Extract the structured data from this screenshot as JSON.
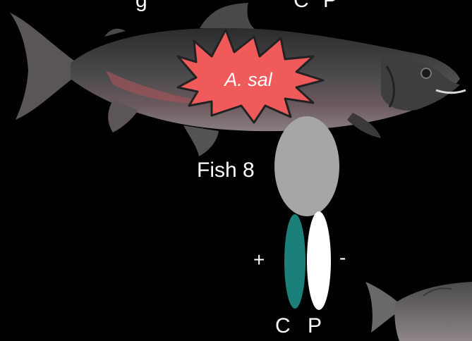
{
  "top_partial_text": {
    "left": "g",
    "c": "C",
    "p": "P"
  },
  "pathogen_label": "A. sal",
  "fish_label": "Fish 8",
  "sign_positive": "+",
  "sign_negative": "-",
  "tube_c_label": "C",
  "tube_p_label": "P",
  "colors": {
    "background": "#000000",
    "starburst_fill": "#f05a5a",
    "starburst_stroke": "#222222",
    "oval_gray": "#a6a6a6",
    "tube_c": "#1b7f7a",
    "tube_p": "#ffffff",
    "text": "#ffffff"
  },
  "icons": {
    "fish_main": "salmon-icon",
    "fish_corner": "salmon-icon",
    "burst": "starburst-icon"
  }
}
